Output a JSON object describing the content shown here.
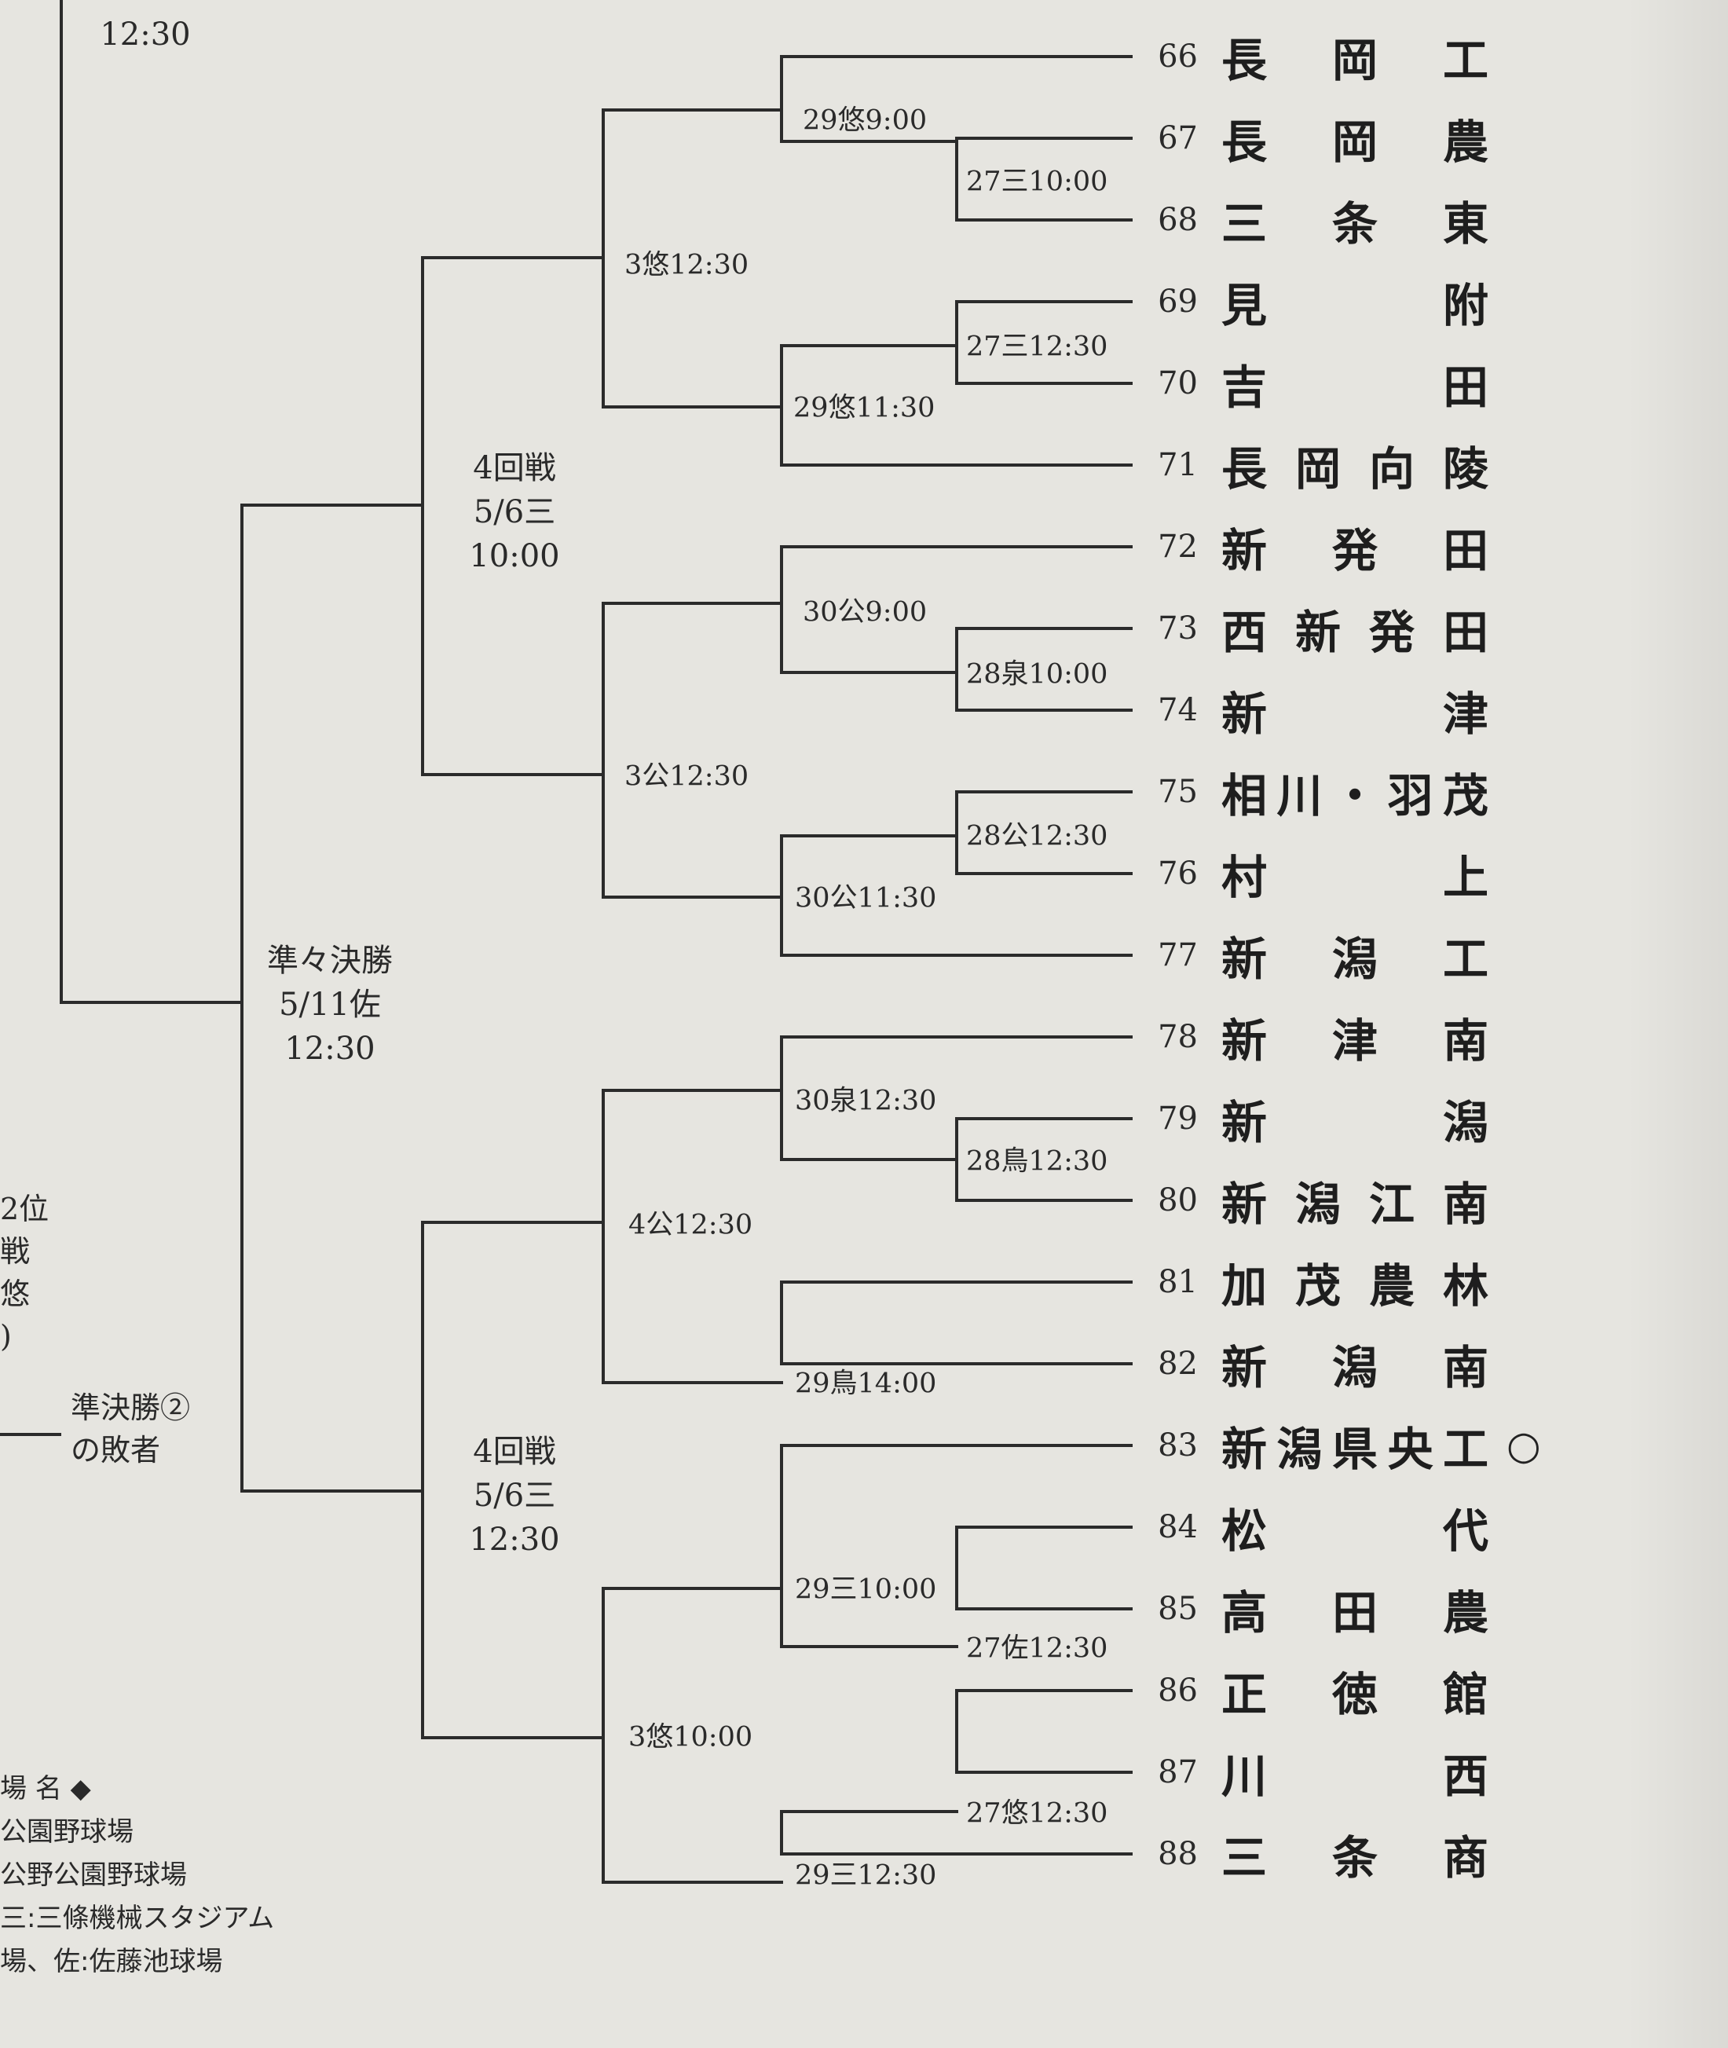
{
  "top_time": "12:30",
  "quarterfinal": {
    "round": "準々決勝",
    "date": "5/11佐",
    "time": "12:30"
  },
  "round4_upper": {
    "round": "4回戦",
    "date": "5/6三",
    "time": "10:00"
  },
  "round4_lower": {
    "round": "4回戦",
    "date": "5/6三",
    "time": "12:30"
  },
  "semifinal_note": [
    "準決勝②",
    "の敗者"
  ],
  "left_fragments": [
    "2位",
    "戦",
    "悠",
    ")"
  ],
  "legend": {
    "title": "場 名 ◆",
    "lines": [
      "公園野球場",
      "公野公園野球場",
      "三:三條機械スタジアム",
      "場、佐:佐藤池球場"
    ]
  },
  "r3_matches": [
    "3悠12:30",
    "3公12:30",
    "4公12:30",
    "3悠10:00"
  ],
  "r2_matches": [
    "29悠9:00",
    "29悠11:30",
    "30公9:00",
    "30公11:30",
    "30泉12:30",
    "29鳥14:00",
    "29三10:00",
    "29三12:30"
  ],
  "r1_matches": [
    "27三10:00",
    "27三12:30",
    "28泉10:00",
    "28公12:30",
    "28鳥12:30",
    "27佐12:30",
    "27悠12:30"
  ],
  "teams": [
    {
      "num": "66",
      "chars": [
        "長",
        "岡",
        "工"
      ]
    },
    {
      "num": "67",
      "chars": [
        "長",
        "岡",
        "農"
      ]
    },
    {
      "num": "68",
      "chars": [
        "三",
        "条",
        "東"
      ]
    },
    {
      "num": "69",
      "chars": [
        "見",
        "附"
      ]
    },
    {
      "num": "70",
      "chars": [
        "吉",
        "田"
      ]
    },
    {
      "num": "71",
      "chars": [
        "長",
        "岡",
        "向",
        "陵"
      ]
    },
    {
      "num": "72",
      "chars": [
        "新",
        "発",
        "田"
      ]
    },
    {
      "num": "73",
      "chars": [
        "西",
        "新",
        "発",
        "田"
      ]
    },
    {
      "num": "74",
      "chars": [
        "新",
        "津"
      ]
    },
    {
      "num": "75",
      "chars": [
        "相",
        "川",
        "・",
        "羽",
        "茂"
      ]
    },
    {
      "num": "76",
      "chars": [
        "村",
        "上"
      ]
    },
    {
      "num": "77",
      "chars": [
        "新",
        "潟",
        "工"
      ]
    },
    {
      "num": "78",
      "chars": [
        "新",
        "津",
        "南"
      ]
    },
    {
      "num": "79",
      "chars": [
        "新",
        "潟"
      ]
    },
    {
      "num": "80",
      "chars": [
        "新",
        "潟",
        "江",
        "南"
      ]
    },
    {
      "num": "81",
      "chars": [
        "加",
        "茂",
        "農",
        "林"
      ]
    },
    {
      "num": "82",
      "chars": [
        "新",
        "潟",
        "南"
      ]
    },
    {
      "num": "83",
      "chars": [
        "新",
        "潟",
        "県",
        "央",
        "工"
      ],
      "mark": "○"
    },
    {
      "num": "84",
      "chars": [
        "松",
        "代"
      ]
    },
    {
      "num": "85",
      "chars": [
        "高",
        "田",
        "農"
      ]
    },
    {
      "num": "86",
      "chars": [
        "正",
        "徳",
        "館"
      ]
    },
    {
      "num": "87",
      "chars": [
        "川",
        "西"
      ]
    },
    {
      "num": "88",
      "chars": [
        "三",
        "条",
        "商"
      ]
    }
  ]
}
